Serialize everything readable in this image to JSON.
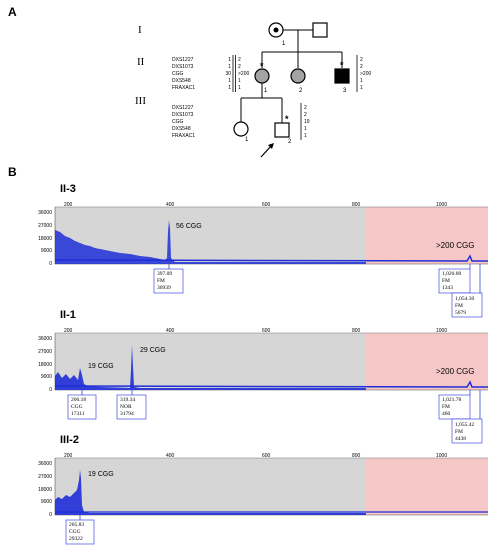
{
  "panel_labels": {
    "a": "A",
    "b": "B"
  },
  "pedigree": {
    "generations": [
      "I",
      "II",
      "III"
    ],
    "markers": [
      "DXS1227",
      "DXS1073",
      "CGG",
      "DXS548",
      "FRAXAC1"
    ],
    "ii_left_col1": [
      "1",
      "1",
      "30",
      "1",
      "1"
    ],
    "ii_left_col2": [
      "2",
      "2",
      ">200",
      "1",
      "1"
    ],
    "ii_right": [
      "2",
      "2",
      ">200",
      "1",
      "1"
    ],
    "iii_values": [
      "2",
      "2",
      "19",
      "1",
      "1"
    ],
    "individuals": {
      "i1": "1",
      "ii1": "1",
      "ii2": "2",
      "ii3": "3",
      "iii1": "1",
      "iii2": "2"
    },
    "asterisk": "*"
  },
  "chart_data": [
    {
      "type": "line",
      "title": "II-3",
      "x_ticks": [
        "200",
        "400",
        "600",
        "800",
        "1000"
      ],
      "y_ticks": [
        "36000",
        "27000",
        "18000",
        "9000",
        "0"
      ],
      "peak_label": "56 CGG",
      "region_label": ">200 CGG",
      "callouts": [
        {
          "lines": [
            "397.09",
            "FM",
            "30939"
          ]
        },
        {
          "lines": [
            "1,020.00",
            "FM",
            "1343"
          ]
        },
        {
          "lines": [
            "1,054.30",
            "FM",
            "5679"
          ]
        }
      ]
    },
    {
      "type": "line",
      "title": "II-1",
      "x_ticks": [
        "200",
        "400",
        "600",
        "800",
        "1000"
      ],
      "y_ticks": [
        "36000",
        "27000",
        "18000",
        "9000",
        "0"
      ],
      "peak_labels": [
        "19 CGG",
        "29 CGG"
      ],
      "region_label": ">200 CGG",
      "callouts": [
        {
          "lines": [
            "206.18",
            "CGG",
            "17311"
          ]
        },
        {
          "lines": [
            "319.34",
            "NOR",
            "31794"
          ]
        },
        {
          "lines": [
            "1,021.78",
            "FM",
            "460"
          ]
        },
        {
          "lines": [
            "1,055.42",
            "FM",
            "4438"
          ]
        }
      ]
    },
    {
      "type": "line",
      "title": "III-2",
      "x_ticks": [
        "200",
        "400",
        "600",
        "800",
        "1000"
      ],
      "y_ticks": [
        "36000",
        "27000",
        "18000",
        "9000",
        "0"
      ],
      "peak_label": "19 CGG",
      "callouts": [
        {
          "lines": [
            "205.83",
            "CGG",
            "29322"
          ]
        }
      ]
    }
  ],
  "colors": {
    "trace": "#1f2fd8",
    "gray_region": "#d6d6d6",
    "pink_region": "#f6c7c7",
    "affected": "#000000",
    "carrier": "#a3a3a3"
  }
}
